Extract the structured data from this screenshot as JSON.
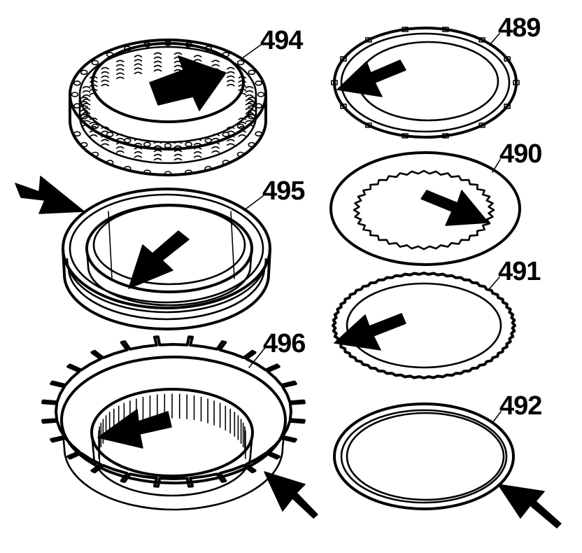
{
  "parts": [
    {
      "id": "part-494",
      "label": "494",
      "description_icon": "clutch-spring-assembly-icon"
    },
    {
      "id": "part-495",
      "label": "495",
      "description_icon": "piston-ring-icon"
    },
    {
      "id": "part-496",
      "label": "496",
      "description_icon": "clutch-housing-toothed-icon"
    },
    {
      "id": "part-489",
      "label": "489",
      "description_icon": "clutch-plate-icon"
    },
    {
      "id": "part-490",
      "label": "490",
      "description_icon": "friction-plate-icon"
    },
    {
      "id": "part-491",
      "label": "491",
      "description_icon": "clutch-plate-icon"
    },
    {
      "id": "part-492",
      "label": "492",
      "description_icon": "backing-plate-icon"
    }
  ],
  "colors": {
    "ink": "#000000",
    "background": "#ffffff"
  }
}
